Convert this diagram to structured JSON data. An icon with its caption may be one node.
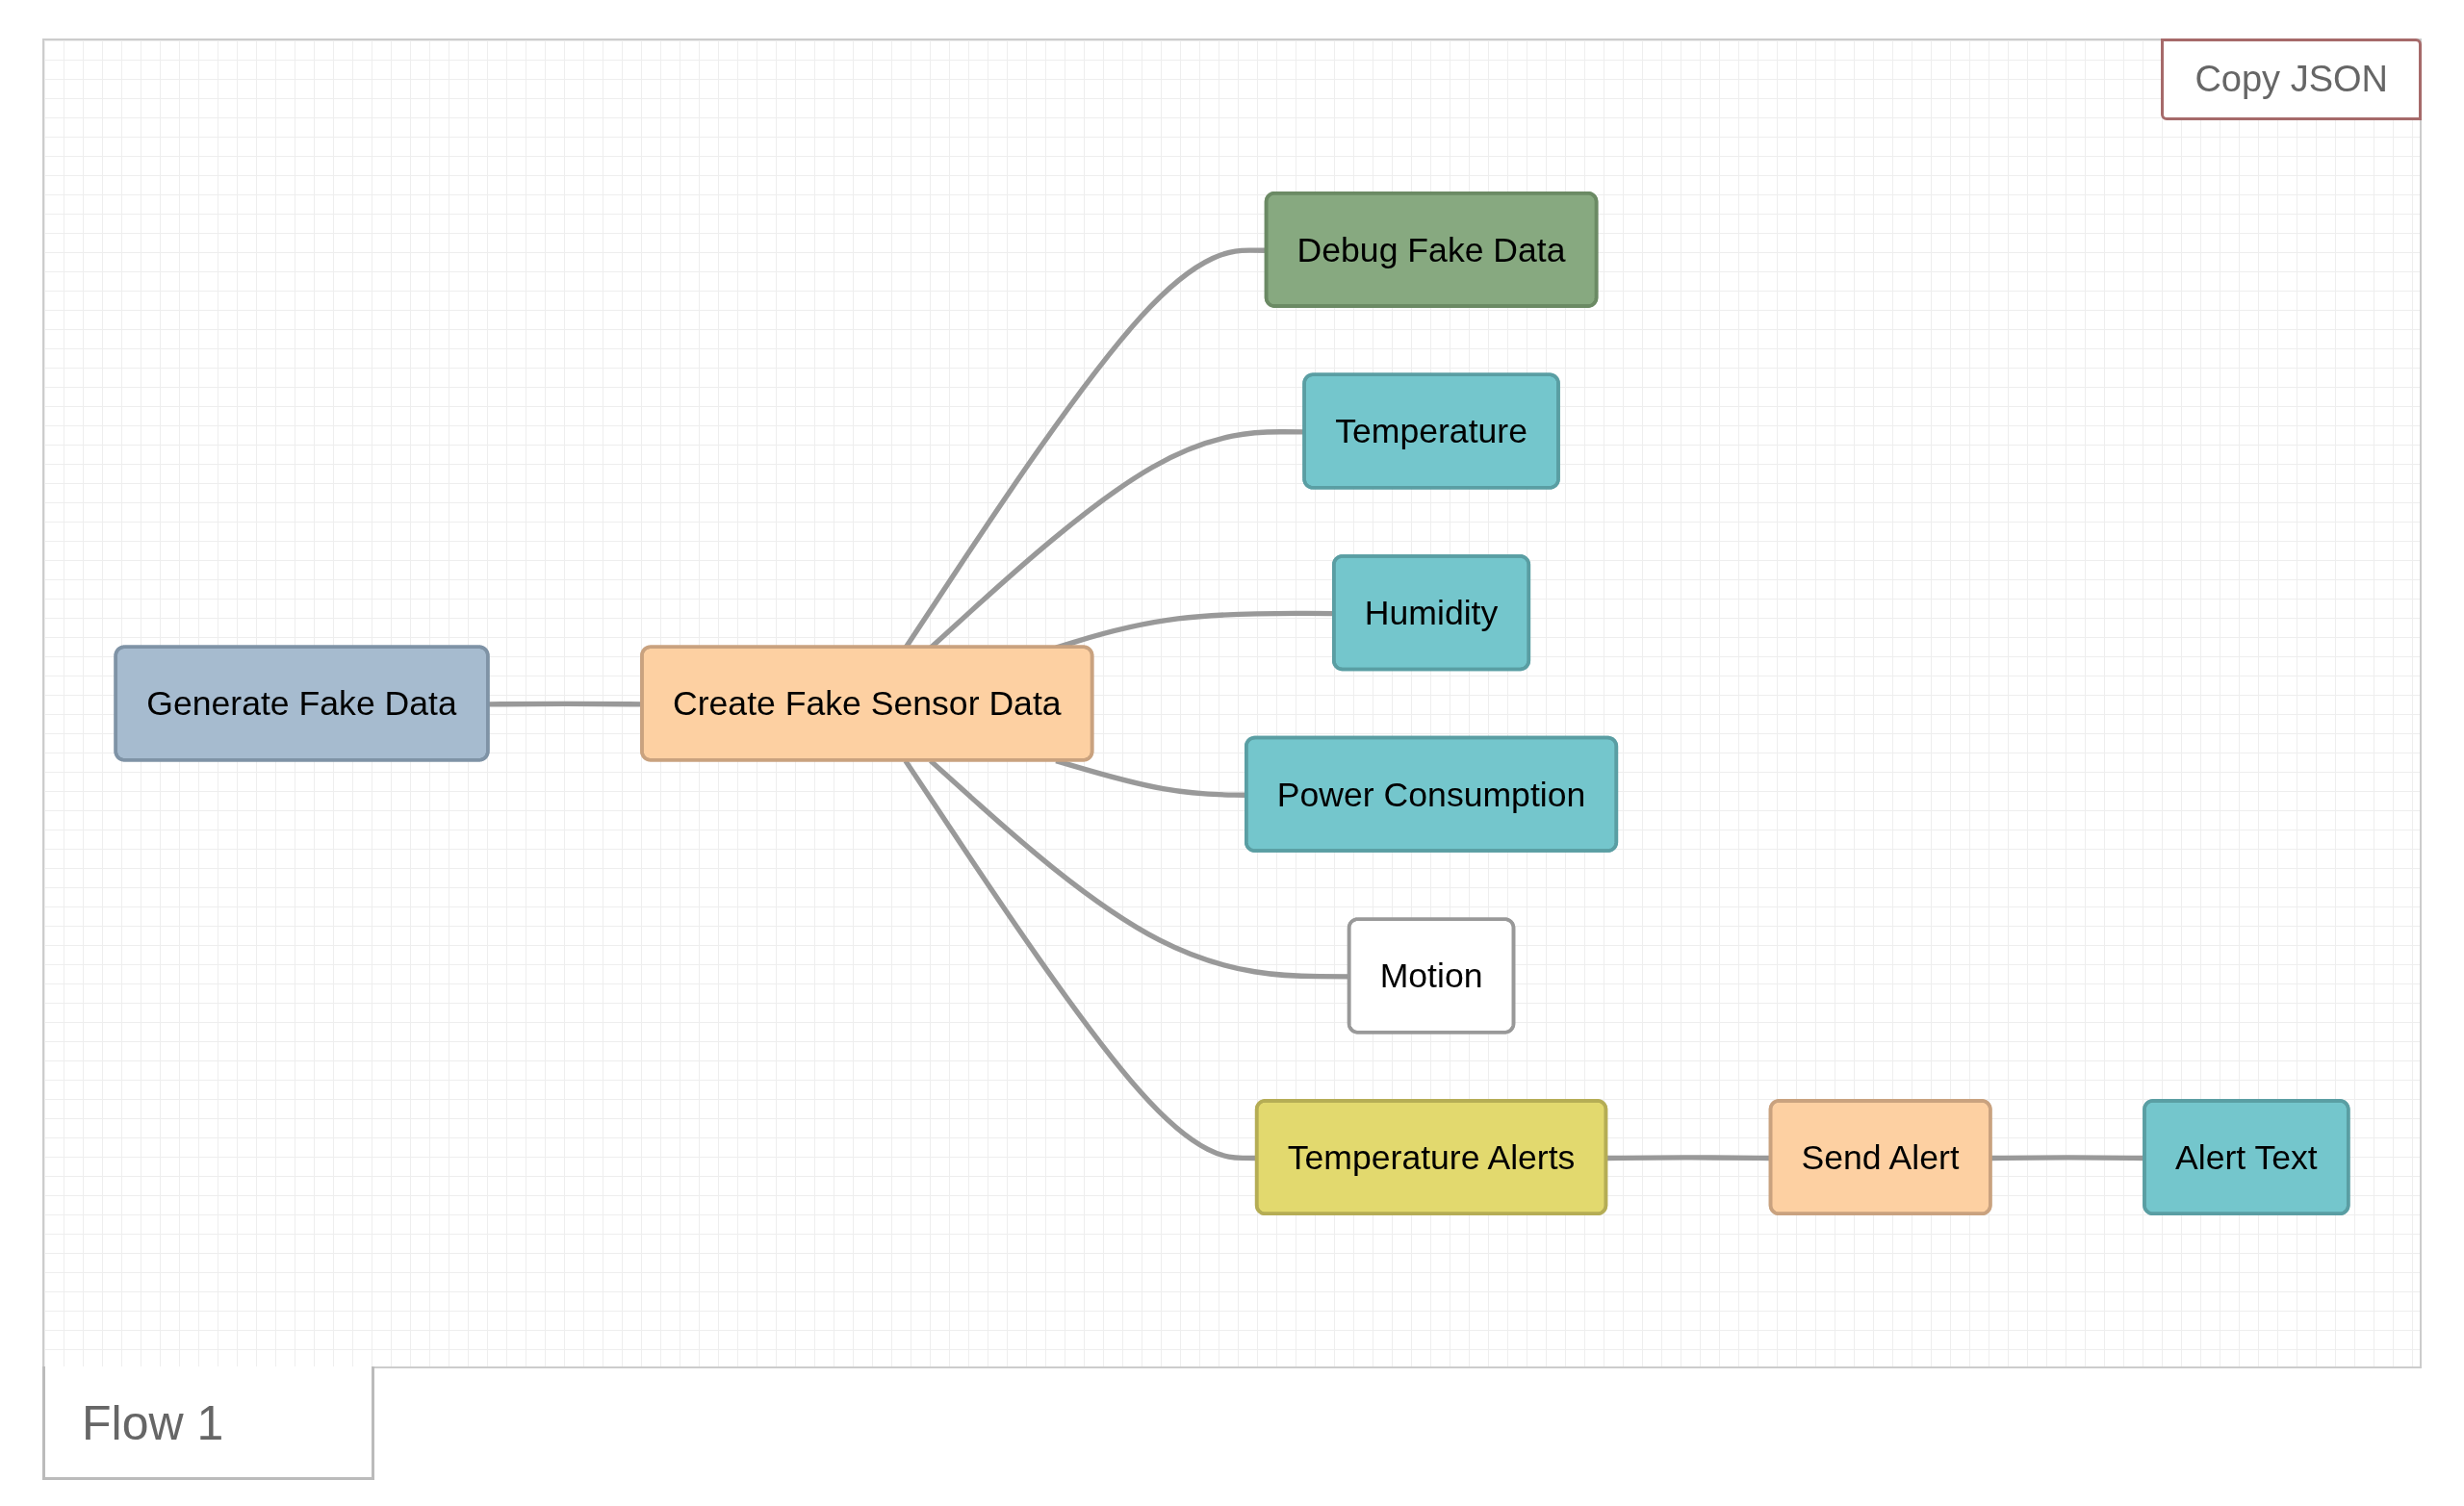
{
  "diagram": {
    "nodes": [
      {
        "text": [
          "Generate Fake Data"
        ]
      },
      {
        "text": [
          "Create Fake Sensor Data"
        ]
      },
      {
        "text": [
          "Debug Fake Data"
        ]
      },
      {
        "text": [
          "Temperature"
        ]
      },
      {
        "text": [
          "Humidity"
        ]
      },
      {
        "text": [
          "Power Consumption"
        ]
      },
      {
        "text": [
          "Motion"
        ]
      },
      {
        "text": [
          "Temperature Alerts"
        ]
      },
      {
        "text": [
          "Send Alert"
        ]
      },
      {
        "text": [
          "Alert Text"
        ]
      }
    ],
    "edges": [
      {
        "from": 0,
        "to": 1,
        "arrow": "none"
      },
      {
        "from": 1,
        "to": 2,
        "arrow": "none"
      },
      {
        "from": 1,
        "to": 3,
        "arrow": "none"
      },
      {
        "from": 1,
        "to": 4,
        "arrow": "none"
      },
      {
        "from": 1,
        "to": 5,
        "arrow": "none"
      },
      {
        "from": 1,
        "to": 6,
        "arrow": "none"
      },
      {
        "from": 1,
        "to": 7,
        "arrow": "none"
      },
      {
        "from": 7,
        "to": 8,
        "arrow": "none"
      },
      {
        "from": 8,
        "to": 9,
        "arrow": "none"
      }
    ],
    "labels": [
      "Copy JSON",
      "Flow 1"
    ]
  }
}
